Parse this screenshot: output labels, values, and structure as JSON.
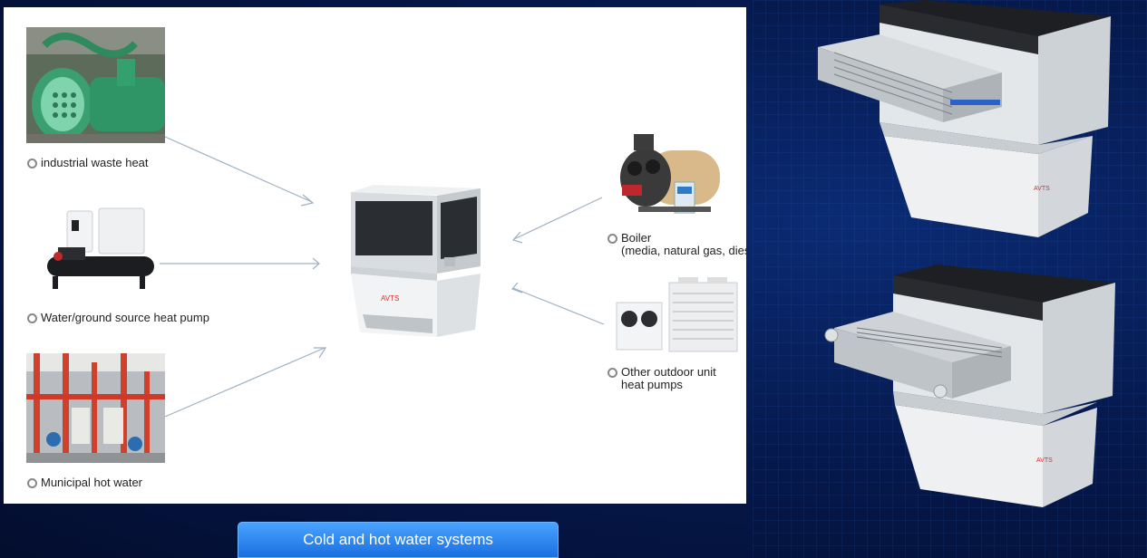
{
  "sources_left": [
    {
      "label": "industrial waste heat"
    },
    {
      "label": "Water/ground source heat pump"
    },
    {
      "label": "Municipal hot water"
    }
  ],
  "sources_right": [
    {
      "lines": [
        "Boiler",
        "(media, natural gas, diese"
      ]
    },
    {
      "lines": [
        "Other outdoor unit",
        "heat pumps"
      ]
    }
  ],
  "center_unit": {
    "brand": "AVTS"
  },
  "side_units": [
    {
      "brand": "AVTS"
    },
    {
      "brand": "AVTS"
    }
  ],
  "caption": "Cold and hot water systems",
  "colors": {
    "caption_bg": "#1a6fe0",
    "background": "#061a4f",
    "arrow": "#9fb0c2"
  }
}
